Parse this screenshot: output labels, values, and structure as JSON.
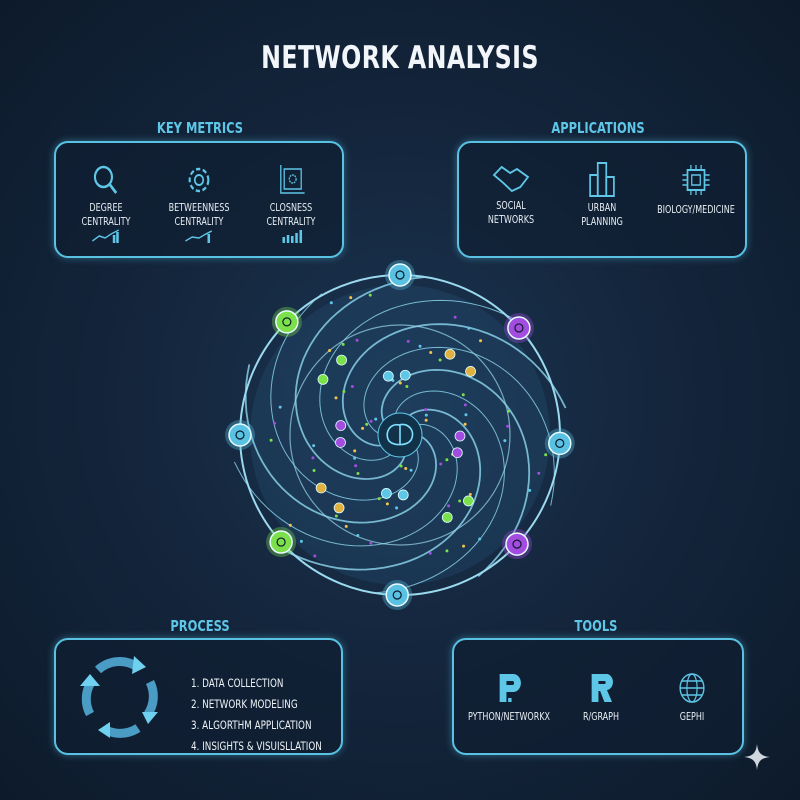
{
  "title": "NETWORK ANALYSIS",
  "key_metrics": {
    "title": "KEY METRICS",
    "items": [
      {
        "icon": "magnifier-icon",
        "line1": "DEGREE",
        "line2": "CENTRALITY"
      },
      {
        "icon": "gear-icon",
        "line1": "BETWEENNESS",
        "line2": "CENTRALITY"
      },
      {
        "icon": "framed-gear-icon",
        "line1": "CLOSNESS",
        "line2": "CENTRALITY"
      }
    ]
  },
  "applications": {
    "title": "APPLICATIONS",
    "items": [
      {
        "icon": "handshake-icon",
        "line1": "SOCIAL",
        "line2": "NETWORKS"
      },
      {
        "icon": "buildings-icon",
        "line1": "URBAN",
        "line2": "PLANNING"
      },
      {
        "icon": "chip-icon",
        "line1": "BIOLOGY/MEDICINE",
        "line2": ""
      }
    ]
  },
  "process": {
    "title": "PROCESS",
    "steps": [
      "1. DATA COLLECTION",
      "2. NETWORK MODELING",
      "3. ALGORTHM APPLICATION",
      "4. INSIGHTS & VISUISLLATION"
    ]
  },
  "tools": {
    "title": "TOOLS",
    "items": [
      {
        "icon": "python-p-icon",
        "label": "PYTHON/NETWORKX"
      },
      {
        "icon": "r-logo-icon",
        "label": "R/GRAPH"
      },
      {
        "icon": "globe-icon",
        "label": "GEPHI"
      }
    ]
  },
  "colors": {
    "accent": "#59c1e2",
    "green": "#7be04a",
    "purple": "#a24de0",
    "background": "#14263d"
  }
}
